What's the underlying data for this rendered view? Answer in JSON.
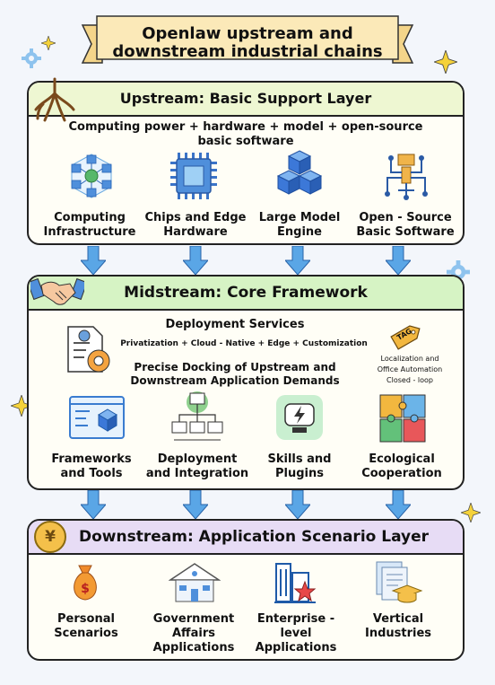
{
  "title": {
    "line1": "Openlaw upstream and",
    "line2": "downstream industrial chains"
  },
  "upstream": {
    "header": "Upstream: Basic Support Layer",
    "subtitle_line1": "Computing power + hardware + model + open-source",
    "subtitle_line2": "basic software",
    "items": [
      {
        "line1": "Computing",
        "line2": "Infrastructure",
        "icon": "network-cubes-icon"
      },
      {
        "line1": "Chips and Edge",
        "line2": "Hardware",
        "icon": "chip-icon"
      },
      {
        "line1": "Large Model",
        "line2": "Engine",
        "icon": "stacked-cubes-icon"
      },
      {
        "line1": "Open - Source",
        "line2": "Basic Software",
        "icon": "circuit-tree-icon"
      }
    ]
  },
  "midstream": {
    "header": "Midstream: Core Framework",
    "deployment_title": "Deployment Services",
    "deployment_detail": "Privatization + Cloud - Native + Edge + Customization",
    "docking_line1": "Precise Docking of Upstream and",
    "docking_line2": "Downstream Application Demands",
    "tag_text": "TAG",
    "note_line1": "Localization and",
    "note_line2": "Office Automation",
    "note_line3": "Closed - loop",
    "items": [
      {
        "line1": "Frameworks",
        "line2": "and Tools",
        "icon": "window-cube-icon"
      },
      {
        "line1": "Deployment",
        "line2": "and Integration",
        "icon": "network-hub-icon"
      },
      {
        "line1": "Skills and",
        "line2": "Plugins",
        "icon": "robot-bolt-icon"
      },
      {
        "line1": "Ecological",
        "line2": "Cooperation",
        "icon": "puzzle-icon"
      }
    ]
  },
  "downstream": {
    "header": "Downstream: Application Scenario Layer",
    "coin_symbol": "¥",
    "items": [
      {
        "line1": "Personal",
        "line2": "Scenarios",
        "line3": "",
        "icon": "money-bag-icon"
      },
      {
        "line1": "Government",
        "line2": "Affairs",
        "line3": "Applications",
        "icon": "building-icon"
      },
      {
        "line1": "Enterprise -",
        "line2": "level",
        "line3": "Applications",
        "icon": "office-tower-icon"
      },
      {
        "line1": "Vertical",
        "line2": "Industries",
        "line3": "",
        "icon": "graduation-docs-icon"
      }
    ]
  },
  "colors": {
    "upstream_header": "#eef7d2",
    "midstream_header": "#d6f3c4",
    "downstream_header": "#e7dcf5",
    "arrow_blue": "#5aa6e6",
    "banner": "#fbe9b8"
  }
}
